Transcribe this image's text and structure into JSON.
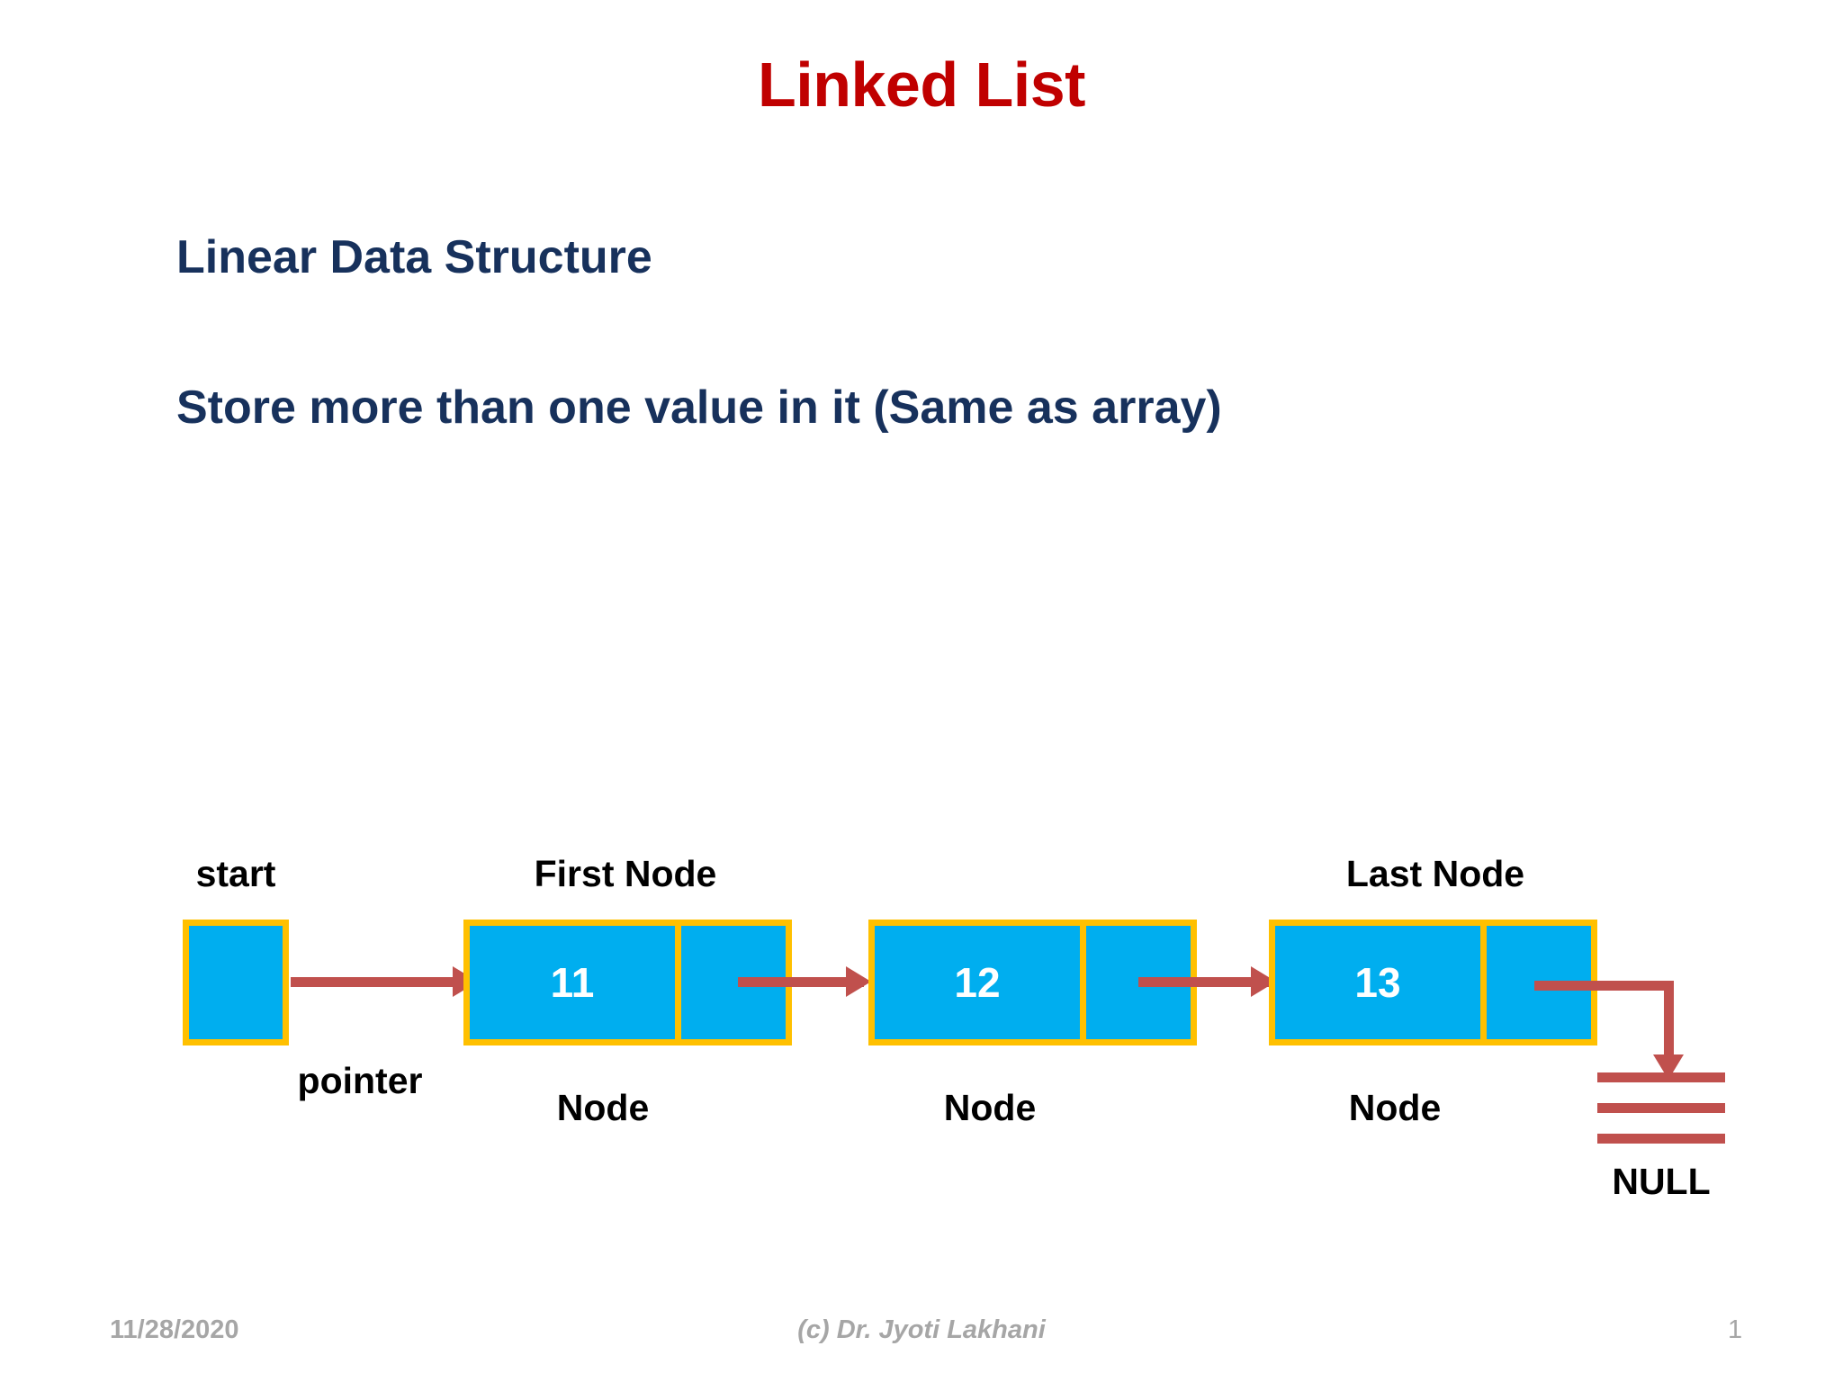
{
  "slide": {
    "title": "Linked List",
    "title_color": "#C00000",
    "background_color": "#FFFFFF",
    "body_text_color": "#17315C",
    "bullets": [
      "Linear Data Structure",
      "Store more than one value in it (Same as array)"
    ]
  },
  "diagram": {
    "type": "linked-list",
    "node_fill_color": "#00AEEF",
    "node_border_color": "#FFC000",
    "arrow_color": "#C0504D",
    "value_text_color": "#FFFFFF",
    "start_box": {
      "label_above": "start",
      "label_below": "pointer"
    },
    "nodes": [
      {
        "value": "11",
        "label_above": "First Node",
        "label_below": "Node"
      },
      {
        "value": "12",
        "label_above": "",
        "label_below": "Node"
      },
      {
        "value": "13",
        "label_above": "Last Node",
        "label_below": "Node"
      }
    ],
    "terminator": {
      "label": "NULL",
      "symbol": "ground",
      "line_count": 3
    }
  },
  "footer": {
    "date": "11/28/2020",
    "copyright": "(c) Dr. Jyoti Lakhani",
    "page_number": "1",
    "color": "#A6A6A6"
  }
}
